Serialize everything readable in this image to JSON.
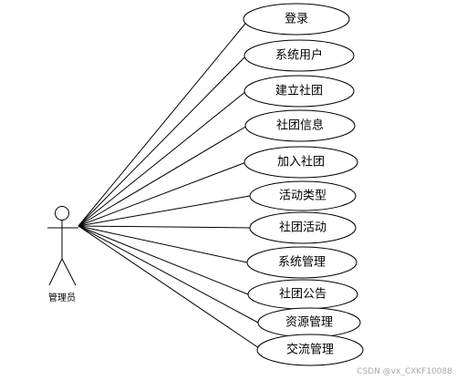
{
  "diagram": {
    "actor": {
      "label": "管理员"
    },
    "use_cases": [
      {
        "label": "登录"
      },
      {
        "label": "系统用户"
      },
      {
        "label": "建立社团"
      },
      {
        "label": "社团信息"
      },
      {
        "label": "加入社团"
      },
      {
        "label": "活动类型"
      },
      {
        "label": "社团活动"
      },
      {
        "label": "系统管理"
      },
      {
        "label": "社团公告"
      },
      {
        "label": "资源管理"
      },
      {
        "label": "交流管理"
      }
    ],
    "watermark": "CSDN @vx_CXKF10088"
  },
  "colors": {
    "stroke": "#000000",
    "fill": "#ffffff",
    "watermark": "#a8a8a8"
  }
}
